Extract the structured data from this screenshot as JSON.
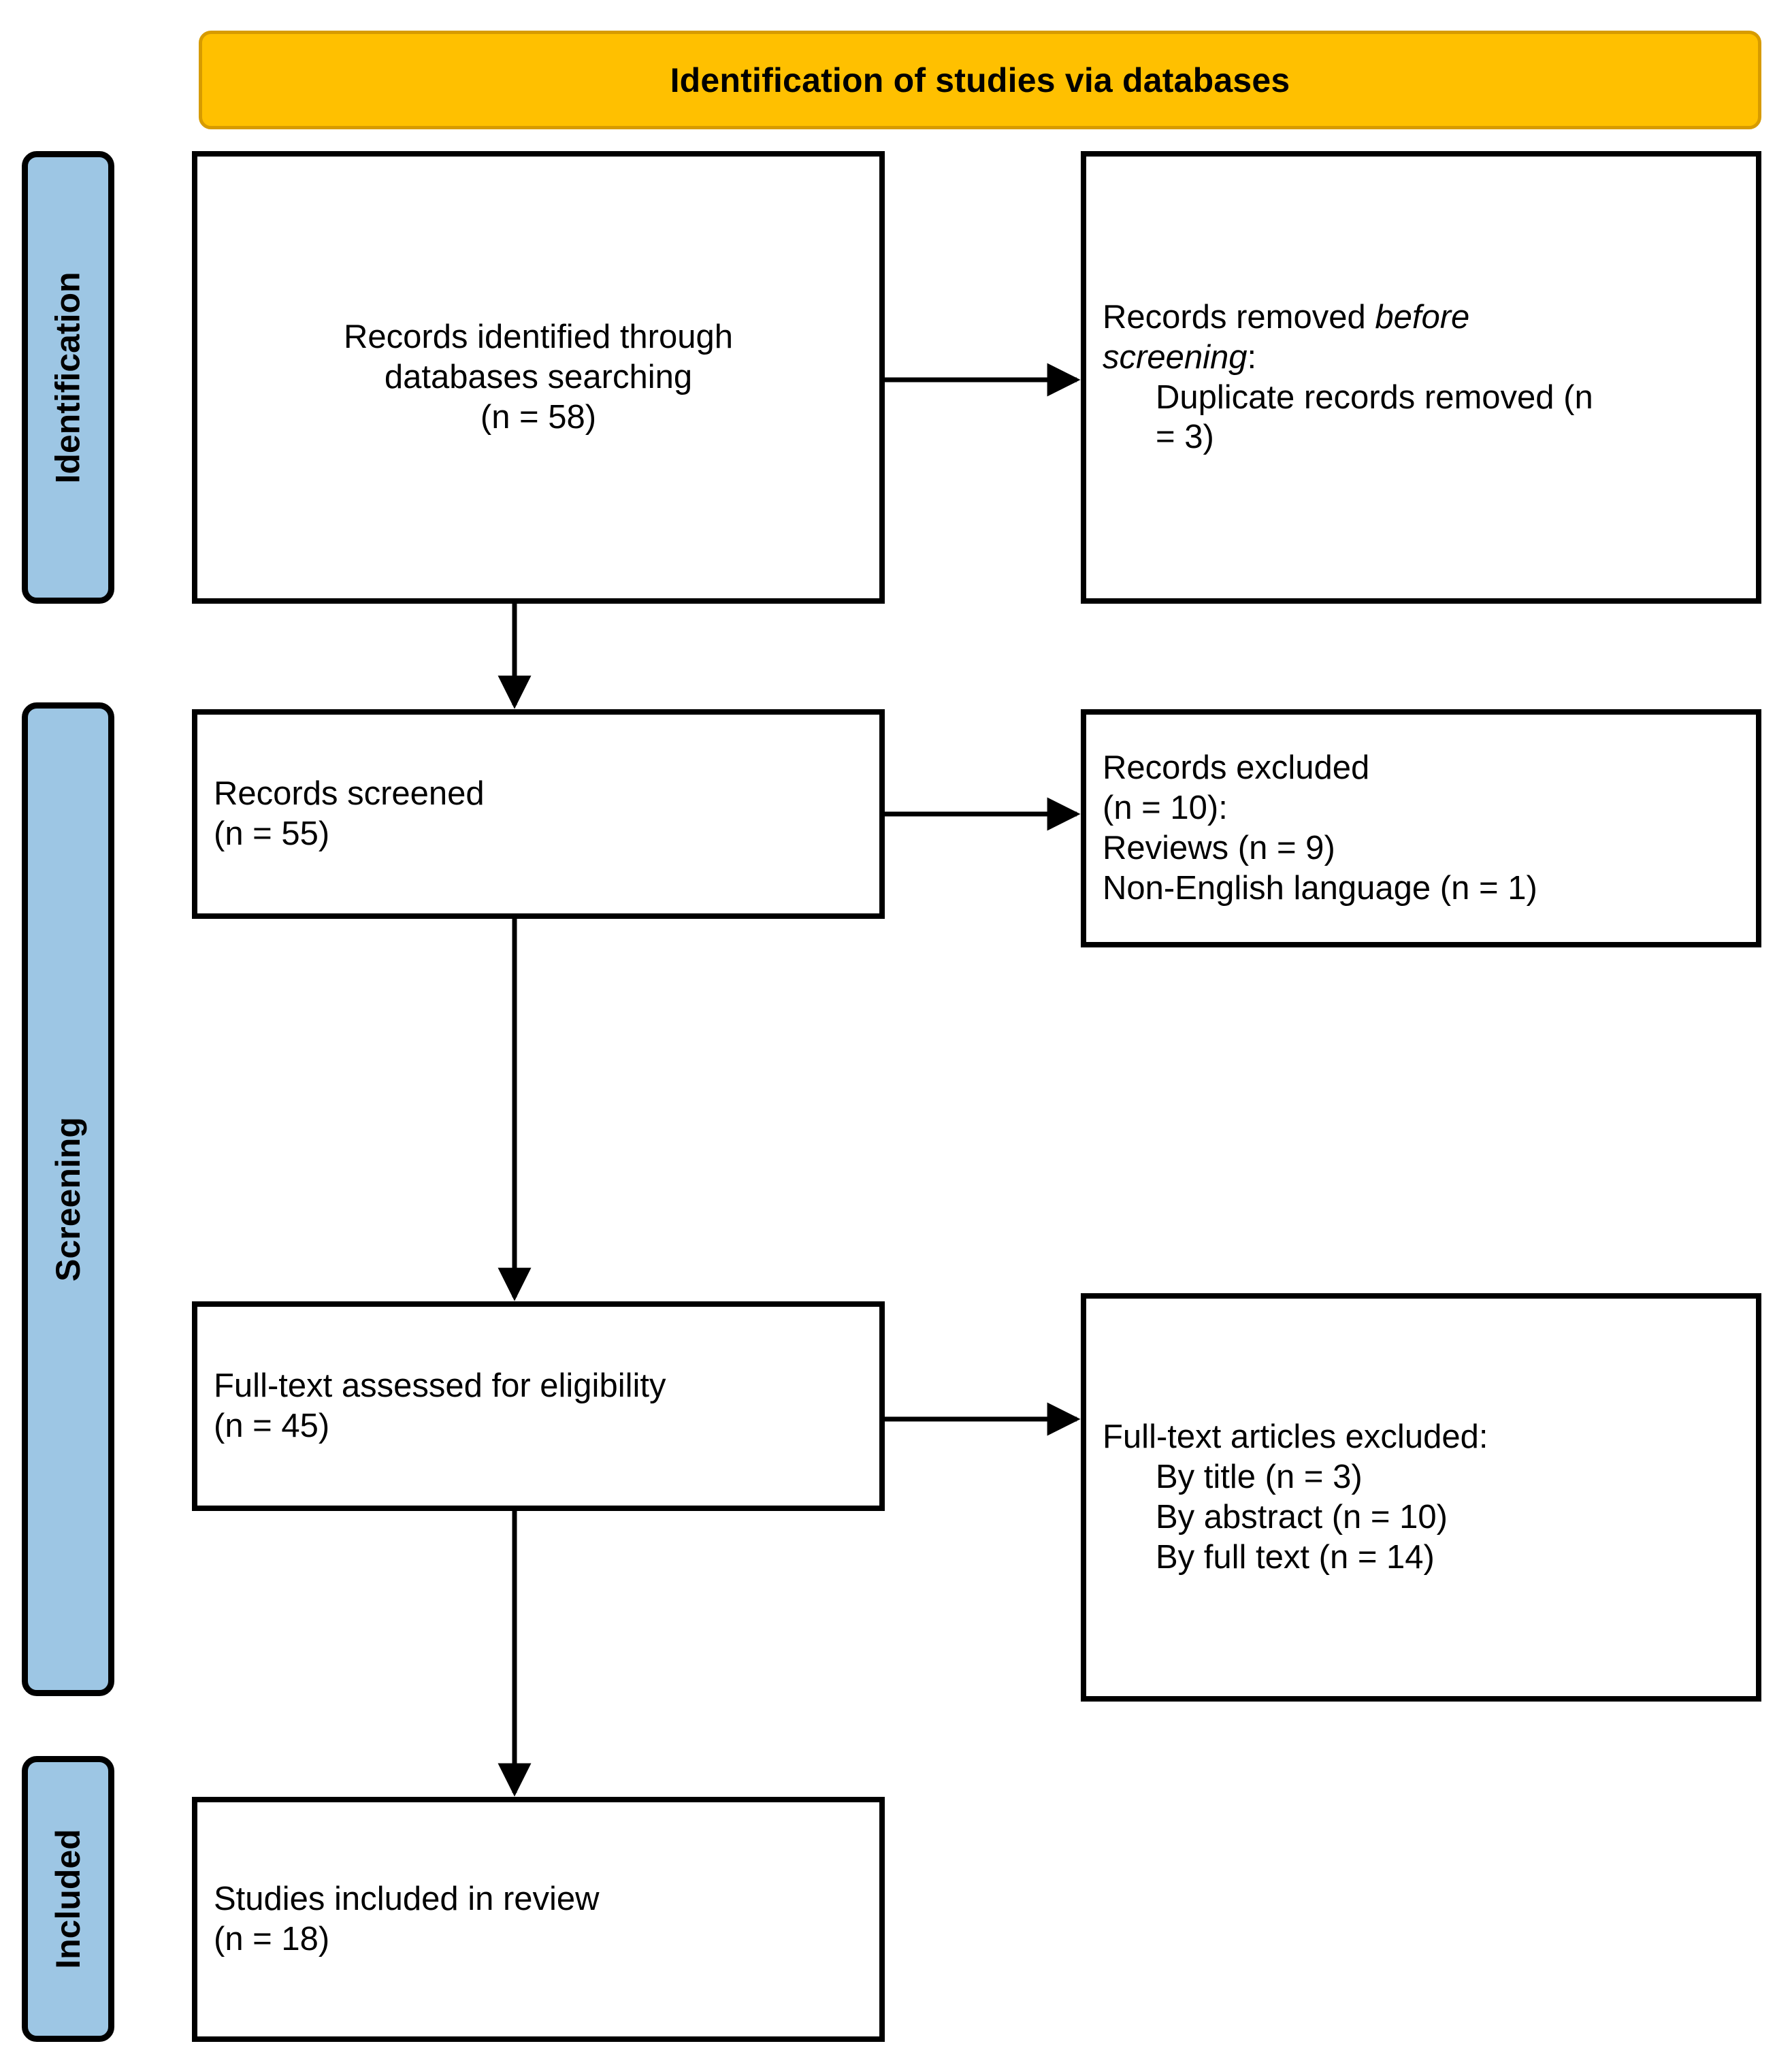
{
  "diagram": {
    "type": "prisma-flow-diagram",
    "title": "Identification of studies via databases",
    "colors": {
      "banner_fill": "#FFC000",
      "banner_border": "#D79B00",
      "stage_tab_fill": "#9DC6E4",
      "box_border": "#000000",
      "box_fill": "#FFFFFF",
      "text": "#000000"
    }
  },
  "banner": {
    "label": "Identification of studies via databases"
  },
  "stages": [
    {
      "id": "identification",
      "label": "Identification"
    },
    {
      "id": "screening",
      "label": "Screening"
    },
    {
      "id": "included",
      "label": "Included"
    }
  ],
  "boxes": {
    "identified": {
      "align": "center",
      "lines": [
        "Records identified through",
        "databases searching",
        "(n = 58)"
      ],
      "count_label": "(n = 58)",
      "count": 58
    },
    "removed_before_screening": {
      "align": "left",
      "line1_prefix": "Records removed ",
      "line1_italic": "before",
      "line2_italic": "screening",
      "line2_suffix": ":",
      "line3": "Duplicate records removed (n",
      "line4": "= 3)",
      "count": 3
    },
    "screened": {
      "align": "left",
      "lines": [
        "Records screened",
        "(n = 55)"
      ],
      "count": 55
    },
    "excluded": {
      "align": "left",
      "lines": [
        "Records excluded",
        "(n = 10):",
        "Reviews (n = 9)",
        "Non-English language (n = 1)"
      ],
      "total": 10,
      "reviews": 9,
      "non_english": 1
    },
    "fulltext_assessed": {
      "align": "left",
      "lines": [
        "Full-text assessed for eligibility",
        "(n = 45)"
      ],
      "count": 45
    },
    "fulltext_excluded": {
      "align": "left",
      "header": "Full-text articles excluded:",
      "items": [
        "By title (n = 3)",
        "By abstract (n = 10)",
        "By full text (n = 14)"
      ],
      "by_title": 3,
      "by_abstract": 10,
      "by_full_text": 14
    },
    "included": {
      "align": "left",
      "lines": [
        "Studies included in review",
        "(n = 18)"
      ],
      "count": 18
    }
  },
  "connectors": [
    {
      "id": "identified-to-removed",
      "direction": "right"
    },
    {
      "id": "identified-to-screened",
      "direction": "down"
    },
    {
      "id": "screened-to-excluded",
      "direction": "right"
    },
    {
      "id": "screened-to-fulltext",
      "direction": "down"
    },
    {
      "id": "fulltext-to-excluded",
      "direction": "right"
    },
    {
      "id": "fulltext-to-included",
      "direction": "down"
    }
  ]
}
